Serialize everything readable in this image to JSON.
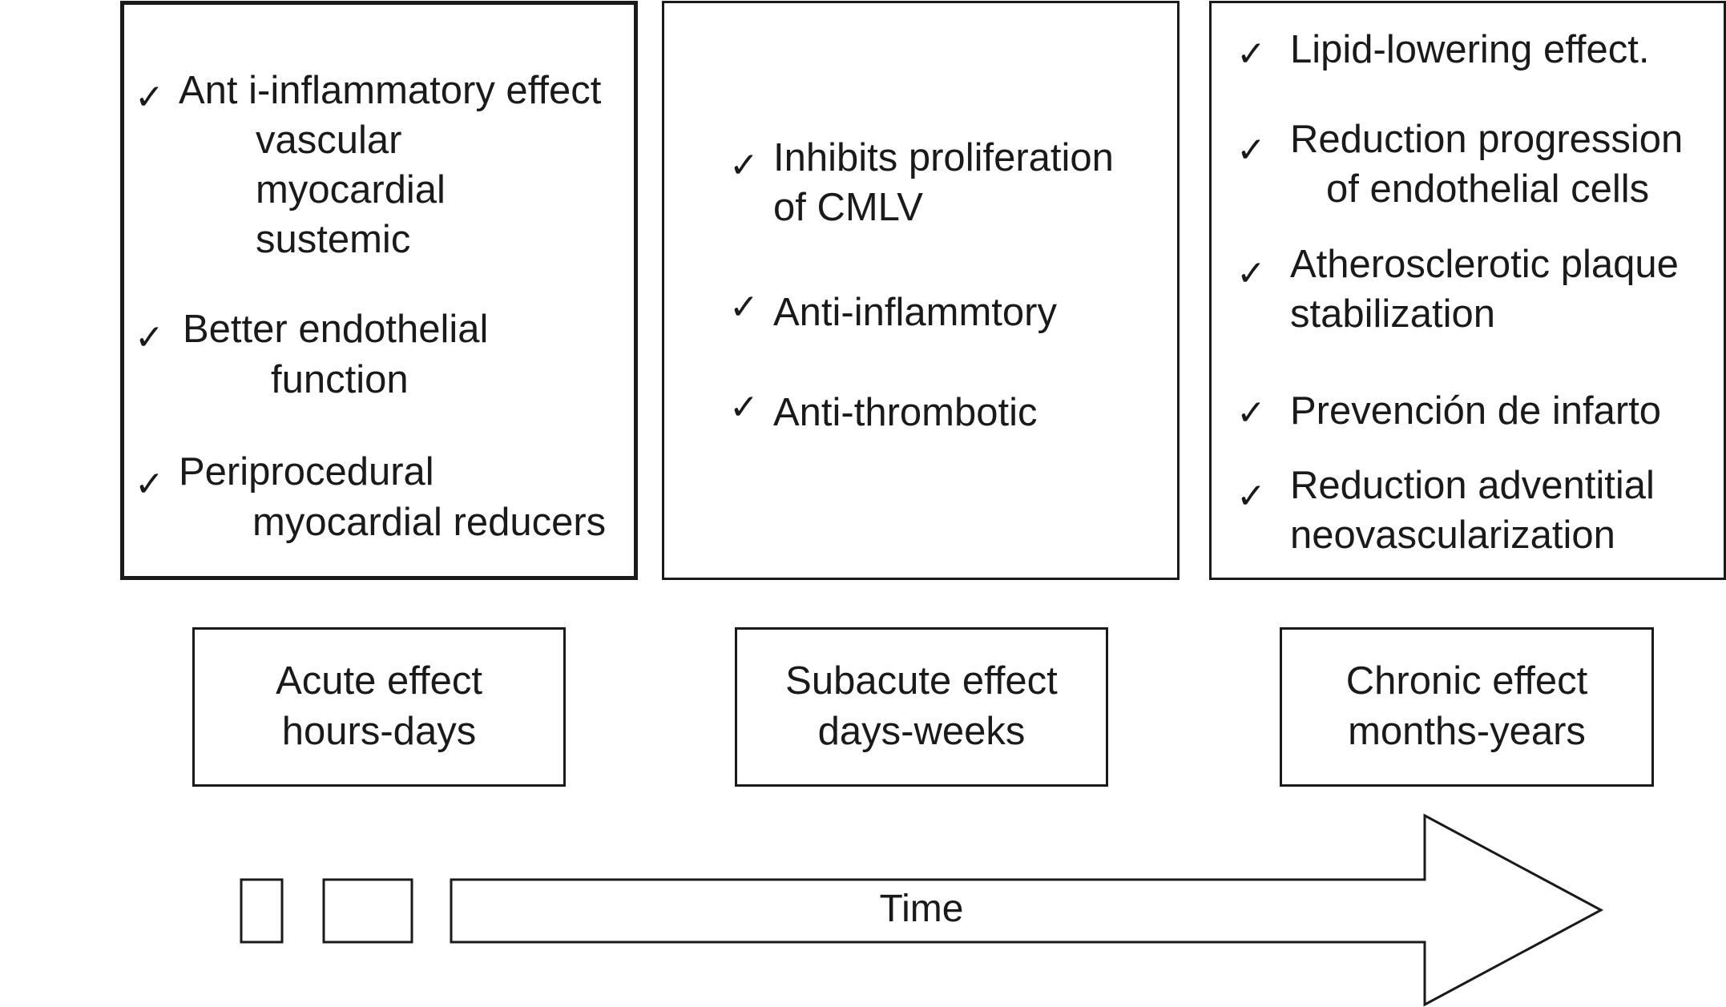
{
  "panels": {
    "acute": {
      "items": [
        {
          "lines": [
            "Ant i-inflammatory effect",
            "vascular",
            "myocardial",
            "sustemic"
          ]
        },
        {
          "lines": [
            "Better endothelial",
            "function"
          ]
        },
        {
          "lines": [
            "Periprocedural",
            "myocardial reducers"
          ]
        }
      ]
    },
    "subacute": {
      "items": [
        {
          "lines": [
            "Inhibits proliferation",
            "of CMLV"
          ]
        },
        {
          "lines": [
            "Anti-inflammtory"
          ]
        },
        {
          "lines": [
            "Anti-thrombotic"
          ]
        }
      ]
    },
    "chronic": {
      "items": [
        {
          "lines": [
            "Lipid-lowering effect."
          ]
        },
        {
          "lines": [
            "Reduction progression",
            "of endothelial cells"
          ]
        },
        {
          "lines": [
            "Atherosclerotic plaque",
            "stabilization"
          ]
        },
        {
          "lines": [
            "Prevención de infarto"
          ]
        },
        {
          "lines": [
            "Reduction adventitial",
            "neovascularization"
          ]
        }
      ]
    }
  },
  "labels": {
    "acute": {
      "line1": "Acute effect",
      "line2": "hours-days"
    },
    "subacute": {
      "line1": "Subacute effect",
      "line2": "days-weeks"
    },
    "chronic": {
      "line1": "Chronic effect",
      "line2": "months-years"
    }
  },
  "timeline": {
    "label": "Time"
  },
  "icons": {
    "check": "check-mark-icon",
    "arrow": "right-arrow-icon"
  }
}
